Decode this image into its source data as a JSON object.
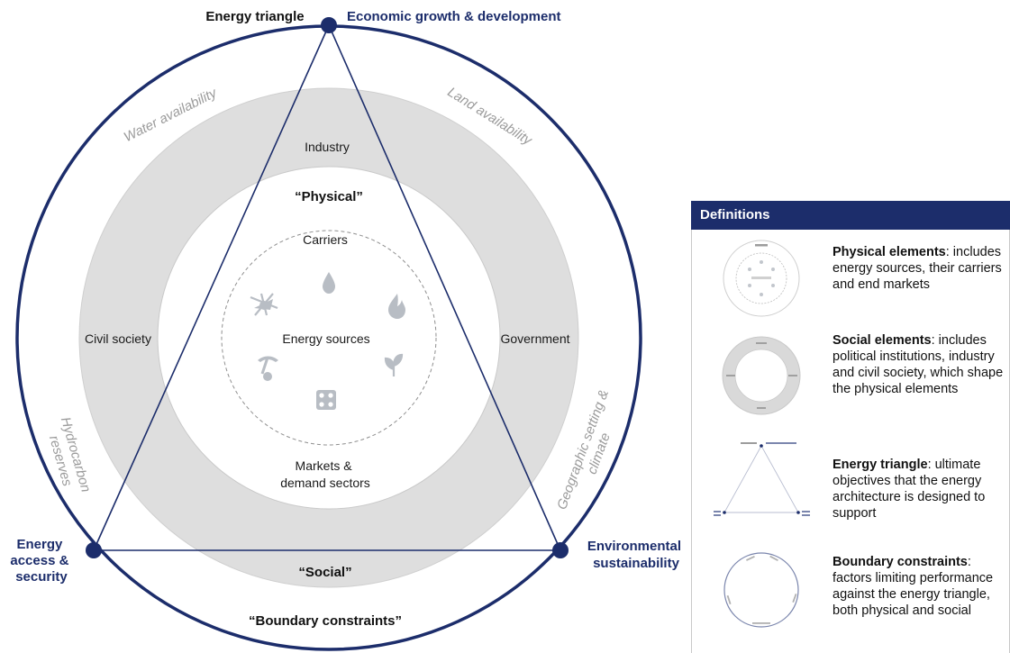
{
  "vertices": {
    "top_left": "Energy triangle",
    "top_right": "Economic growth & development",
    "left": [
      "Energy",
      "access &",
      "security"
    ],
    "right": [
      "Environmental",
      "sustainability"
    ]
  },
  "constraints": {
    "water": "Water availability",
    "land": "Land availability",
    "hydrocarbon": [
      "Hydrocarbon",
      "reserves"
    ],
    "geographic": [
      "Geographic setting &",
      "climate"
    ]
  },
  "social_ring": {
    "industry": "Industry",
    "civil_society": "Civil society",
    "government": "Government",
    "social": "“Social”"
  },
  "physical": {
    "title": "“Physical”",
    "carriers": "Carriers",
    "energy_sources": "Energy sources",
    "markets": [
      "Markets &",
      "demand sectors"
    ]
  },
  "boundary_label": "“Boundary constraints”",
  "definitions": {
    "header": "Definitions",
    "items": [
      {
        "term": "Physical elements",
        "text": ": includes energy sources, their carriers and end markets"
      },
      {
        "term": "Social elements",
        "text": ": includes political institutions, industry and civil society, which shape the physical elements"
      },
      {
        "term": "Energy triangle",
        "text": ": ultimate objectives that the energy architecture is designed to support"
      },
      {
        "term": "Boundary constraints",
        "text": ": factors limiting performance against the energy triangle, both physical and social"
      }
    ]
  },
  "colors": {
    "navy": "#1c2d6b",
    "ring_gray": "#dedede",
    "muted_text": "#9b9b9b",
    "icon_gray": "#b8bdc4"
  }
}
